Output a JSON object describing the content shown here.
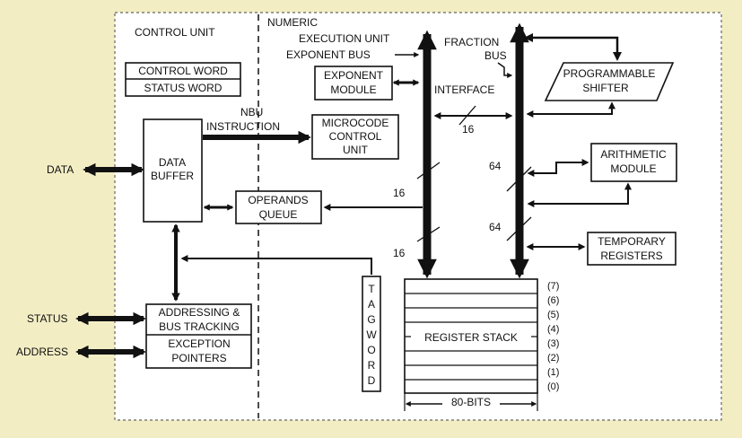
{
  "colors": {
    "background": "#f3edc4",
    "panel": "#ffffff",
    "ink": "#111111"
  },
  "sections": {
    "control_unit": "CONTROL UNIT",
    "numeric_line1": "NUMERIC",
    "numeric_line2": "EXECUTION UNIT"
  },
  "blocks": {
    "control_word": "CONTROL WORD",
    "status_word": "STATUS WORD",
    "data_buffer_l1": "DATA",
    "data_buffer_l2": "BUFFER",
    "nbu_l1": "NBU",
    "nbu_l2": "INSTRUCTION",
    "microcode_l1": "MICROCODE",
    "microcode_l2": "CONTROL",
    "microcode_l3": "UNIT",
    "exponent_module_l1": "EXPONENT",
    "exponent_module_l2": "MODULE",
    "operands_l1": "OPERANDS",
    "operands_l2": "QUEUE",
    "addressing_l1": "ADDRESSING &",
    "addressing_l2": "BUS TRACKING",
    "exception_l1": "EXCEPTION",
    "exception_l2": "POINTERS",
    "tag_word": [
      "T",
      "A",
      "G",
      "W",
      "O",
      "R",
      "D"
    ],
    "shifter_l1": "PROGRAMMABLE",
    "shifter_l2": "SHIFTER",
    "arith_l1": "ARITHMETIC",
    "arith_l2": "MODULE",
    "temp_l1": "TEMPORARY",
    "temp_l2": "REGISTERS",
    "register_stack": "REGISTER STACK"
  },
  "buses": {
    "exponent_bus": "EXPONENT BUS",
    "fraction_l1": "FRACTION",
    "fraction_l2": "BUS",
    "interface": "INTERFACE"
  },
  "bus_widths": {
    "interface": "16",
    "operands": "16",
    "lower": "16",
    "arith": "64",
    "temp": "64",
    "stack_width": "80-BITS"
  },
  "external": {
    "data": "DATA",
    "status": "STATUS",
    "address": "ADDRESS"
  },
  "register_indices": [
    "(7)",
    "(6)",
    "(5)",
    "(4)",
    "(3)",
    "(2)",
    "(1)",
    "(0)"
  ]
}
